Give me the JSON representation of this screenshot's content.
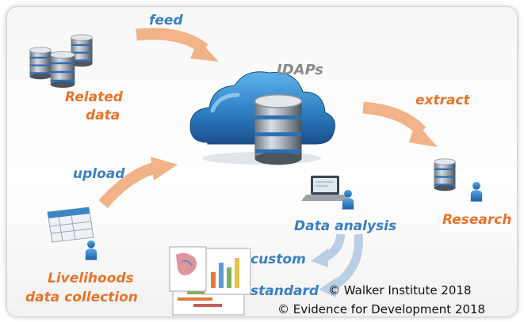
{
  "labels": {
    "feed": "feed",
    "idaps": "IDAPs",
    "related_line1": "Related",
    "related_line2": "data",
    "extract": "extract",
    "upload": "upload",
    "data_analysis": "Data analysis",
    "research": "Research",
    "custom": "custom",
    "standard": "standard",
    "livelihoods_line1": "Livelihoods",
    "livelihoods_line2": "data collection"
  },
  "copyright": {
    "line1": "© Walker Institute 2018",
    "line2": "© Evidence for Development 2018"
  },
  "colors": {
    "orange": "#e8742a",
    "blue": "#3a7fc4",
    "arrow_orange": "#f2b389",
    "arrow_blue": "#b9cfe6"
  },
  "icons": [
    "database-icon",
    "cloud-database-icon",
    "spreadsheet-icon",
    "person-icon",
    "laptop-icon",
    "chart-documents-icon"
  ]
}
